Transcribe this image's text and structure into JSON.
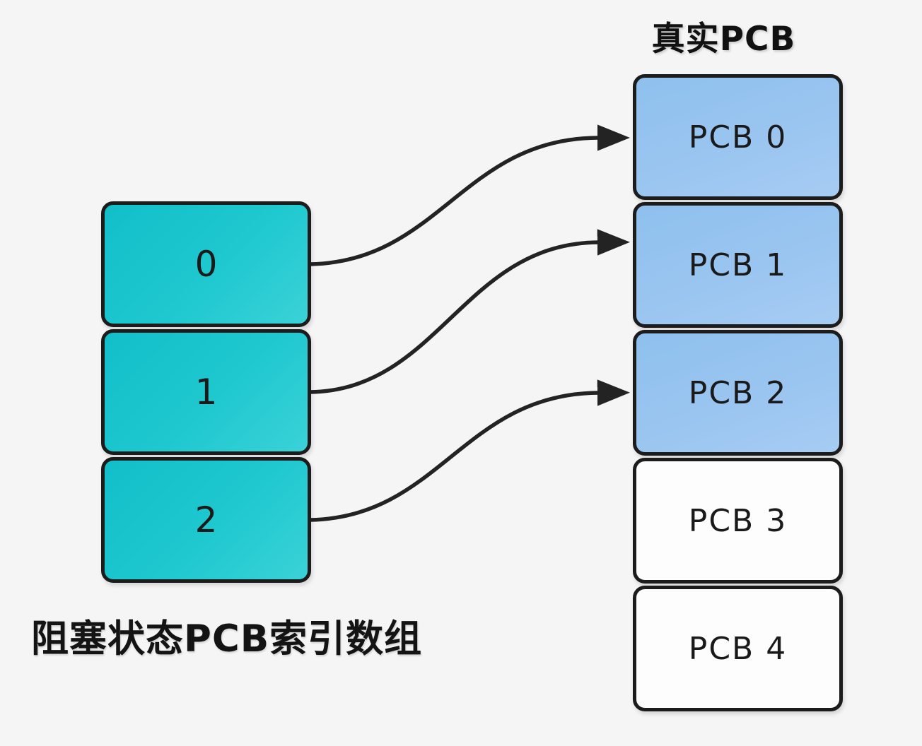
{
  "colors": {
    "background": "#f5f5f6",
    "index_fill_start": "#12bfc9",
    "index_fill_end": "#3ad2d8",
    "pcb_used_fill": "#9ac5f0",
    "pcb_free_fill": "#fdfdfd",
    "box_border": "#1c1c1c",
    "arrow": "#232323",
    "text": "#1a1a1a"
  },
  "left_array": {
    "label": "阻塞状态PCB索引数组",
    "cells": [
      {
        "value": "0"
      },
      {
        "value": "1"
      },
      {
        "value": "2"
      }
    ]
  },
  "right_column": {
    "title": "真实PCB",
    "cells": [
      {
        "label": "PCB 0",
        "state": "used"
      },
      {
        "label": "PCB 1",
        "state": "used"
      },
      {
        "label": "PCB 2",
        "state": "used"
      },
      {
        "label": "PCB 3",
        "state": "free"
      },
      {
        "label": "PCB 4",
        "state": "free"
      }
    ]
  },
  "arrows": [
    {
      "from": "index 0",
      "to": "PCB 0"
    },
    {
      "from": "index 1",
      "to": "PCB 1"
    },
    {
      "from": "index 2",
      "to": "PCB 2"
    }
  ]
}
